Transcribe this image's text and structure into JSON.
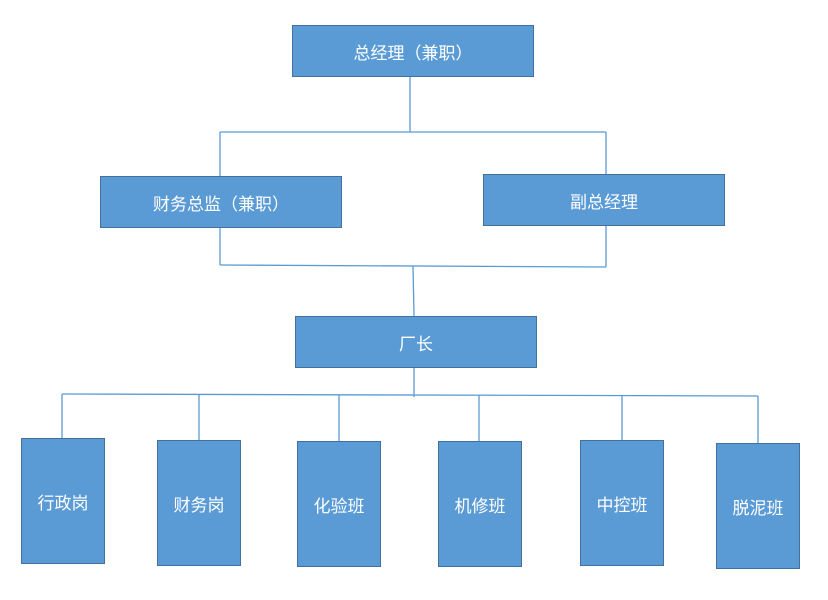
{
  "org_chart": {
    "general_manager": "总经理（兼职）",
    "finance_director": "财务总监（兼职）",
    "deputy_general_manager": "副总经理",
    "factory_director": "厂长",
    "departments": [
      "行政岗",
      "财务岗",
      "化验班",
      "机修班",
      "中控班",
      "脱泥班"
    ]
  },
  "colors": {
    "box_fill": "#5B9BD5",
    "box_border": "#41719C",
    "connector": "#5B9BD5",
    "text": "#FFFFFF"
  }
}
